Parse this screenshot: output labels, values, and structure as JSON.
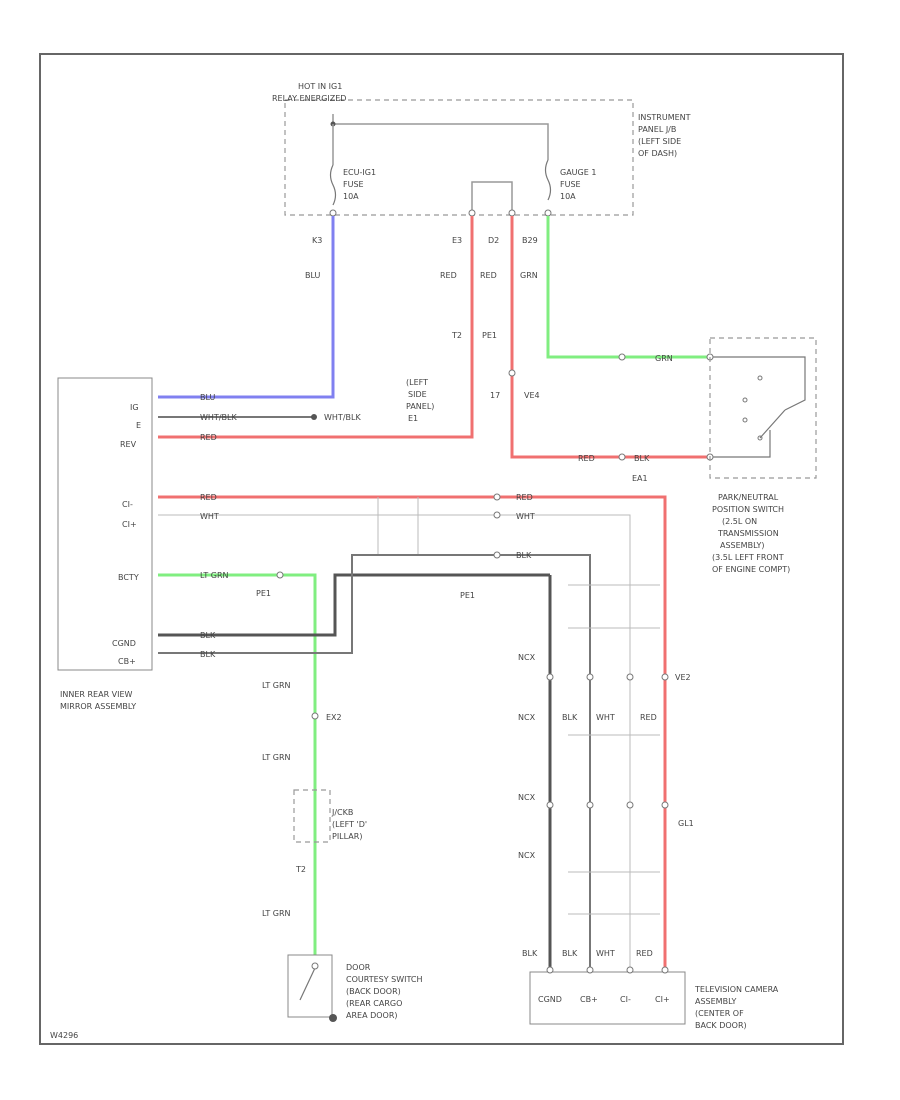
{
  "relay": {
    "line1": "HOT IN IG1",
    "line2": "RELAY ENERGIZED"
  },
  "ip_jb": {
    "l1": "INSTRUMENT",
    "l2": "PANEL J/B",
    "l3": "(LEFT SIDE",
    "l4": "OF DASH)"
  },
  "fuse_ecu": {
    "l1": "ECU-IG1",
    "l2": "FUSE",
    "l3": "10A"
  },
  "fuse_gauge": {
    "l1": "GAUGE 1",
    "l2": "FUSE",
    "l3": "10A"
  },
  "labels": {
    "k3": "K3",
    "e3": "E3",
    "d2": "D2",
    "b29": "B29",
    "blu": "BLU",
    "red": "RED",
    "grn": "GRN",
    "t2": "T2",
    "pe1": "PE1",
    "t7": "17",
    "ve4": "VE4",
    "ea1": "EA1",
    "pe1b": "PE1",
    "pe1c": "PE1",
    "ltgrn": "LT GRN",
    "ex2": "EX2",
    "t2b": "T2",
    "ve2": "VE2",
    "gl1": "GL1",
    "ltgrn2": "LT GRN",
    "ltgrn3": "LT GRN"
  },
  "ground_e1": {
    "l1": "(LEFT",
    "l2": "SIDE",
    "l3": "PANEL)",
    "l4": "E1"
  },
  "pn_switch_label": {
    "l1": "PARK/NEUTRAL",
    "l2": "POSITION SWITCH",
    "l3": "(2.5L ON",
    "l4": "TRANSMISSION",
    "l5": "ASSEMBLY)",
    "l6": "(3.5L LEFT FRONT",
    "l7": "OF ENGINE COMPT)"
  },
  "mirror": {
    "pins": [
      "IG",
      "E",
      "REV",
      "",
      "",
      "",
      "CI-",
      "CI+",
      "",
      "",
      "BCTY",
      "",
      "",
      "CGND",
      "CB+"
    ],
    "label1": "INNER REAR VIEW",
    "label2": "MIRROR ASSEMBLY"
  },
  "wire_texts": {
    "w1": "BLU",
    "w2": "WHT/BLK",
    "w3": "WHT/BLK",
    "w4": "RED",
    "w5": "RED",
    "w6": "WHT",
    "w7": "RED",
    "w8": "WHT",
    "w9": "BLK",
    "w10": "LT GRN",
    "w11": "WHT",
    "w12": "RED",
    "w13": "BLK",
    "w14": "BLK",
    "w15": "GRN",
    "w16": "BLK",
    "w17": "RED"
  },
  "junction": {
    "l1": "J/CKB",
    "l2": "(LEFT 'D'",
    "l3": "PILLAR)"
  },
  "door_switch": {
    "l1": "DOOR",
    "l2": "COURTESY SWITCH",
    "l3": "(BACK DOOR)",
    "l4": "(REAR CARGO",
    "l5": "AREA DOOR)"
  },
  "camera": {
    "pins": [
      "CGND",
      "CB+",
      "CI-",
      "CI+"
    ],
    "wires": [
      "BLK",
      "BLK",
      "WHT",
      "RED"
    ],
    "wires_mid": [
      "BLK",
      "WHT",
      "RED"
    ],
    "l1": "TELEVISION CAMERA",
    "l2": "ASSEMBLY",
    "l3": "(CENTER OF",
    "l4": "BACK DOOR)"
  },
  "side_texts": {
    "ncx1": "NCX",
    "ncx2": "NCX",
    "ncx3": "NCX",
    "ncx4": "NCX"
  },
  "footer": {
    "code": "W4296"
  }
}
